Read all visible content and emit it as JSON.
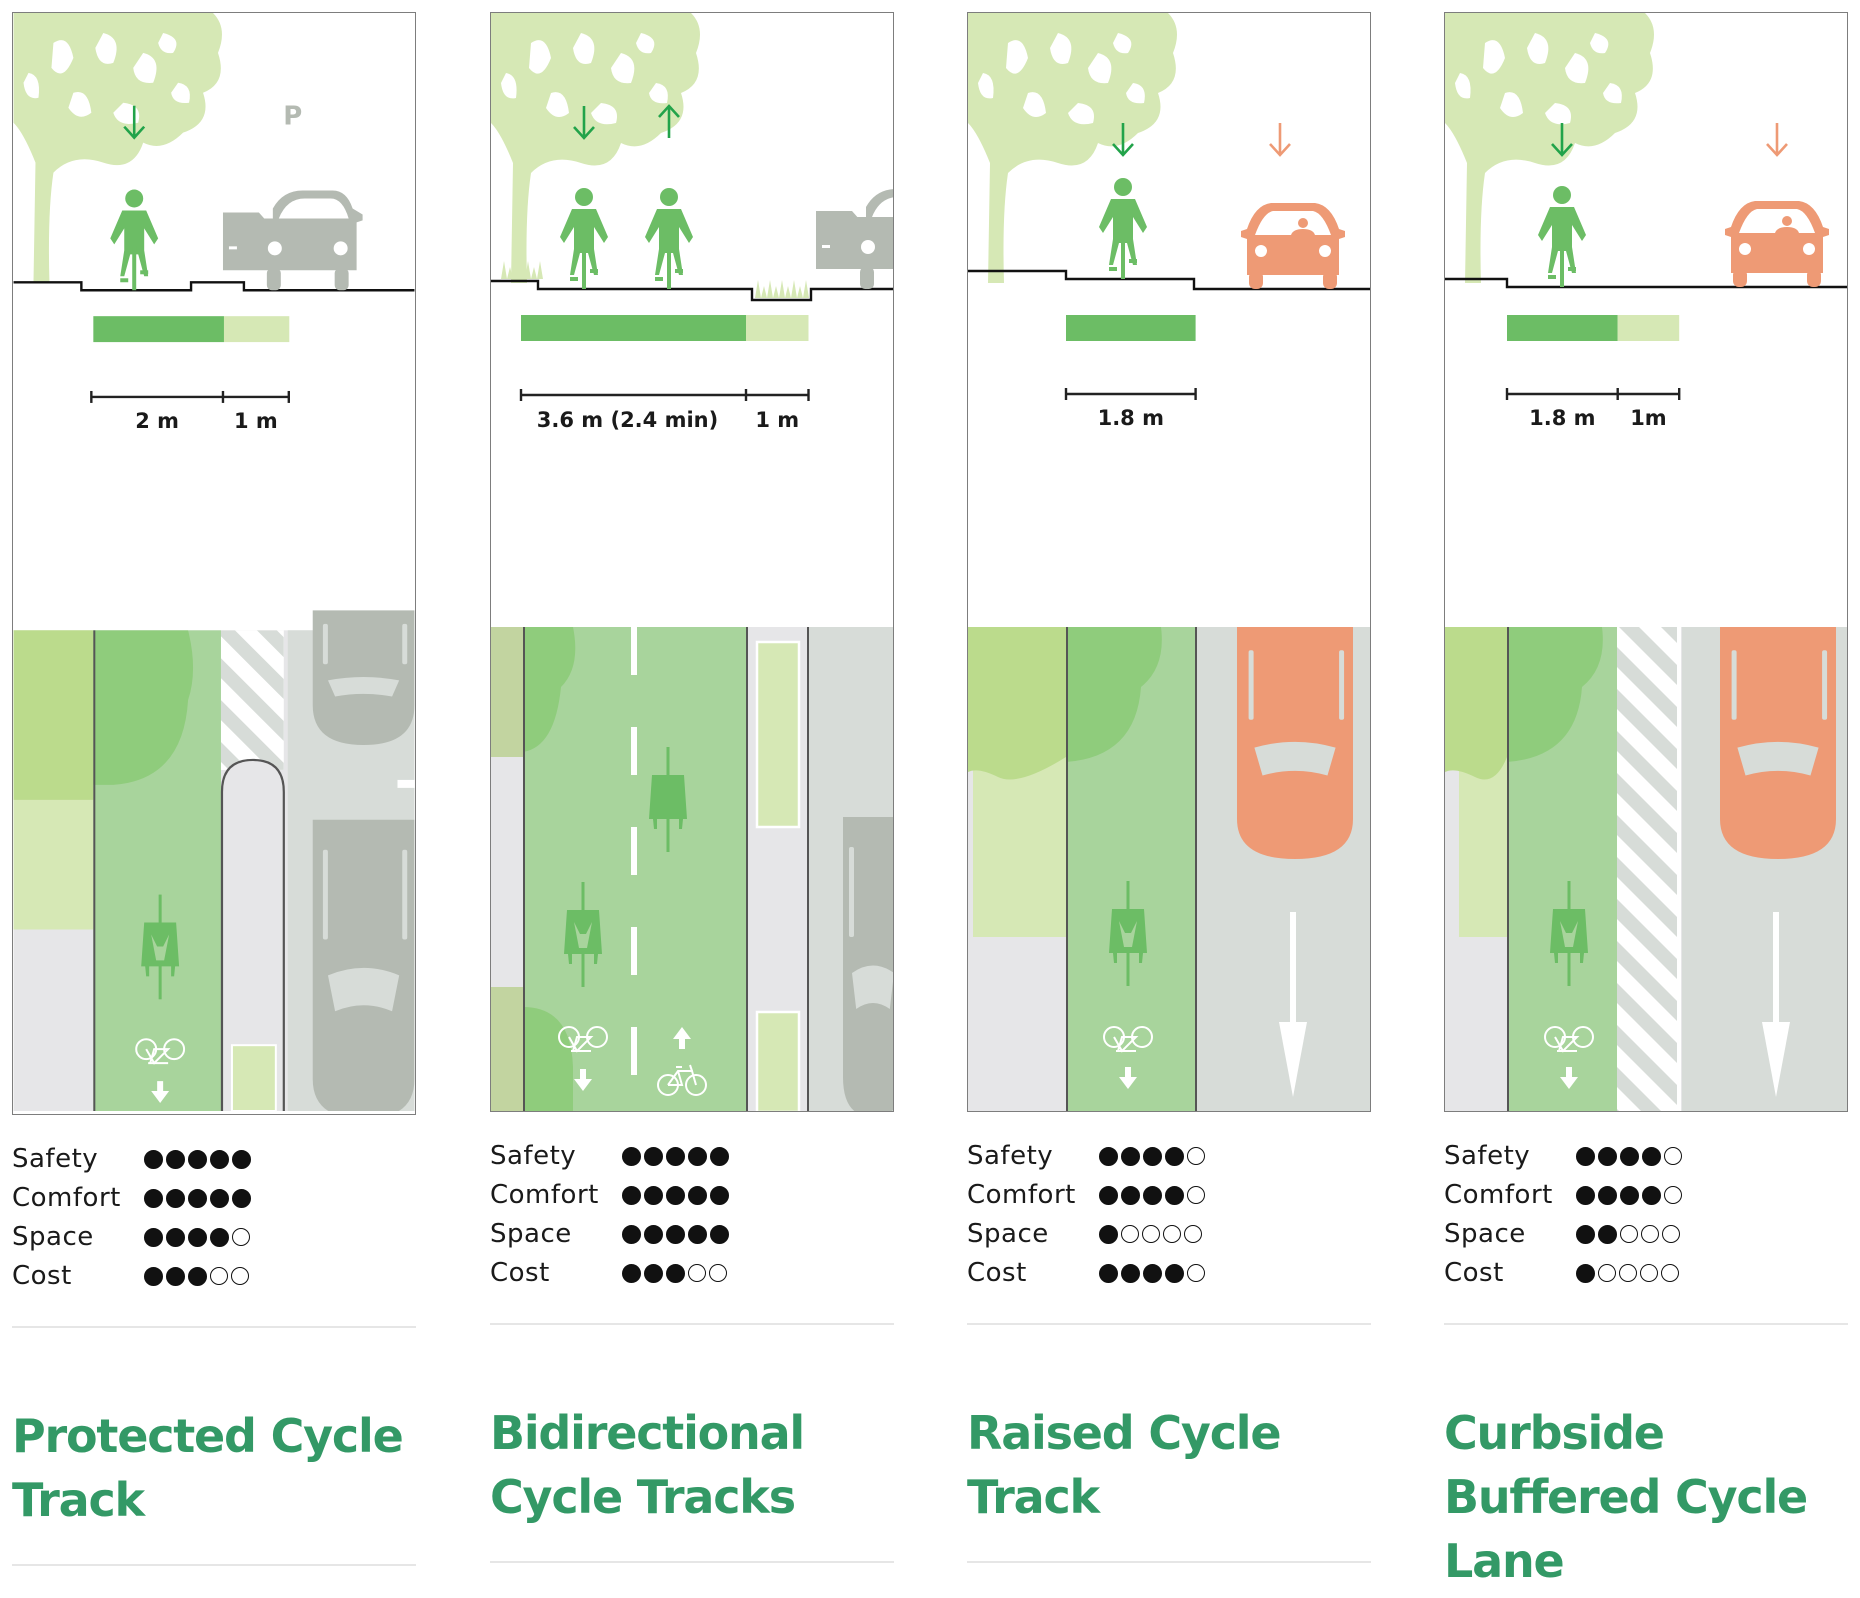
{
  "colors": {
    "title_green": "#339966",
    "cycle_green": "#6cbd65",
    "buffer_green": "#d6e8b5",
    "tree_green": "#d6e8b5",
    "lane_green": "#a8d49c",
    "tree_canopy_green": "#8fcc7c",
    "sidewalk_green": "#bbdb8c",
    "road_grey": "#d7dcd8",
    "sidewalk_grey": "#e6e6e8",
    "parked_car_grey": "#b4bab2",
    "moving_car_orange": "#ee9a75",
    "arrow_green": "#22a34a",
    "arrow_orange": "#ee9a75",
    "dot_black": "#111111"
  },
  "rating_labels": [
    "Safety",
    "Comfort",
    "Space",
    "Cost"
  ],
  "rating_max": 5,
  "panels": [
    {
      "id": "protected-cycle-track",
      "title_lines": [
        "Protected Cycle",
        "Track"
      ],
      "cross_section": {
        "cyclists": [
          {
            "direction": "down"
          }
        ],
        "vehicle": {
          "type": "parked-car-open-door",
          "label": "P"
        },
        "width_segments": [
          {
            "label": "2 m",
            "meters": 2,
            "kind": "cycle"
          },
          {
            "label": "1 m",
            "meters": 1,
            "kind": "buffer"
          }
        ]
      },
      "plan_view": {
        "lanes": [
          "sidewalk",
          "cycle-track-one-way",
          "raised-buffer-with-planter",
          "parking-lane"
        ],
        "markings": [
          "bike-symbol",
          "down-arrow"
        ]
      },
      "ratings": {
        "Safety": 5,
        "Comfort": 5,
        "Space": 4,
        "Cost": 3
      }
    },
    {
      "id": "bidirectional-cycle-tracks",
      "title_lines": [
        "Bidirectional",
        "Cycle Tracks"
      ],
      "cross_section": {
        "cyclists": [
          {
            "direction": "down"
          },
          {
            "direction": "up"
          }
        ],
        "vehicle": {
          "type": "parked-car-open-door"
        },
        "width_segments": [
          {
            "label": "3.6 m (2.4 min)",
            "meters": 3.6,
            "kind": "cycle"
          },
          {
            "label": "1 m",
            "meters": 1,
            "kind": "buffer"
          }
        ]
      },
      "plan_view": {
        "lanes": [
          "sidewalk",
          "cycle-track-two-way",
          "planted-buffer",
          "parking-lane"
        ],
        "markings": [
          "bike-symbol",
          "down-arrow",
          "up-arrow",
          "bike-symbol"
        ]
      },
      "ratings": {
        "Safety": 5,
        "Comfort": 5,
        "Space": 5,
        "Cost": 3
      }
    },
    {
      "id": "raised-cycle-track",
      "title_lines": [
        "Raised Cycle",
        "Track"
      ],
      "cross_section": {
        "cyclists": [
          {
            "direction": "down"
          }
        ],
        "vehicle": {
          "type": "moving-car",
          "direction": "down"
        },
        "width_segments": [
          {
            "label": "1.8 m",
            "meters": 1.8,
            "kind": "cycle"
          }
        ]
      },
      "plan_view": {
        "lanes": [
          "sidewalk",
          "raised-cycle-track",
          "travel-lane"
        ],
        "markings": [
          "bike-symbol",
          "down-arrow",
          "travel-arrow"
        ]
      },
      "ratings": {
        "Safety": 4,
        "Comfort": 4,
        "Space": 1,
        "Cost": 4
      }
    },
    {
      "id": "curbside-buffered-cycle-lane",
      "title_lines": [
        "Curbside",
        "Buffered Cycle",
        "Lane"
      ],
      "cross_section": {
        "cyclists": [
          {
            "direction": "down"
          }
        ],
        "vehicle": {
          "type": "moving-car",
          "direction": "down"
        },
        "width_segments": [
          {
            "label": "1.8 m",
            "meters": 1.8,
            "kind": "cycle"
          },
          {
            "label": "1m",
            "meters": 1,
            "kind": "buffer"
          }
        ]
      },
      "plan_view": {
        "lanes": [
          "sidewalk",
          "cycle-lane",
          "hatched-buffer",
          "travel-lane"
        ],
        "markings": [
          "bike-symbol",
          "down-arrow",
          "travel-arrow"
        ]
      },
      "ratings": {
        "Safety": 4,
        "Comfort": 4,
        "Space": 2,
        "Cost": 1
      }
    }
  ]
}
